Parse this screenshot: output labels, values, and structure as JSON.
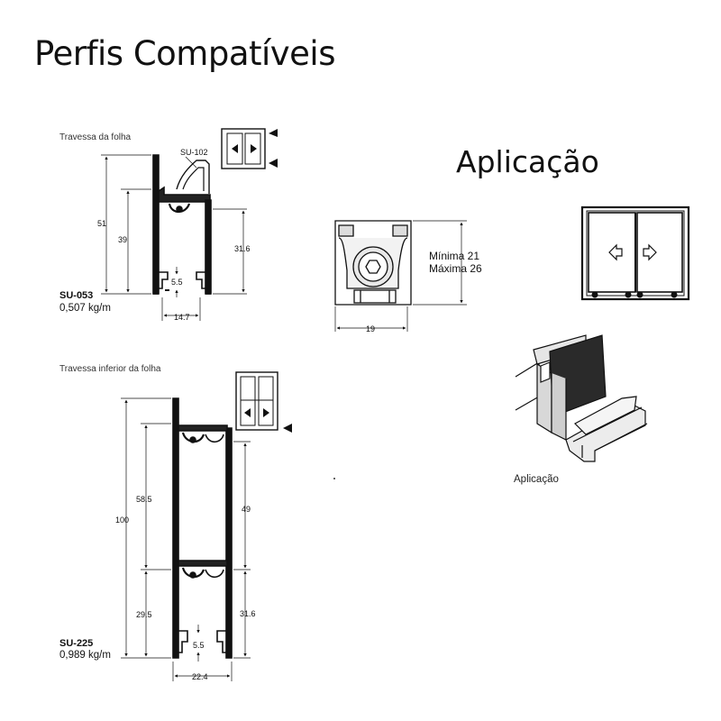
{
  "header": {
    "title": "Perfis Compatíveis",
    "application_title": "Aplicação"
  },
  "profile_top": {
    "caption": "Travessa da folha",
    "code": "SU-053",
    "weight": "0,507 kg/m",
    "ref_part": "SU-102",
    "dims": {
      "total_height": "51",
      "inner_height": "39",
      "right_height": "31.6",
      "slot": "5.5",
      "width": "14.7"
    }
  },
  "profile_bottom": {
    "caption": "Travessa inferior da folha",
    "code": "SU-225",
    "weight": "0,989 kg/m",
    "dims": {
      "total_height": "100",
      "upper_height": "58.5",
      "lower_height": "29.5",
      "right_upper": "49",
      "right_lower": "31.6",
      "slot": "5.5",
      "width": "22.4"
    }
  },
  "roller": {
    "min_label": "Mínima 21",
    "max_label": "Máxima 26",
    "width": "19"
  },
  "application_caption": "Aplicação",
  "icons": [
    "window-pane-icon",
    "arrow-marker-icon",
    "sliding-window-icon",
    "profile-3d-icon"
  ]
}
